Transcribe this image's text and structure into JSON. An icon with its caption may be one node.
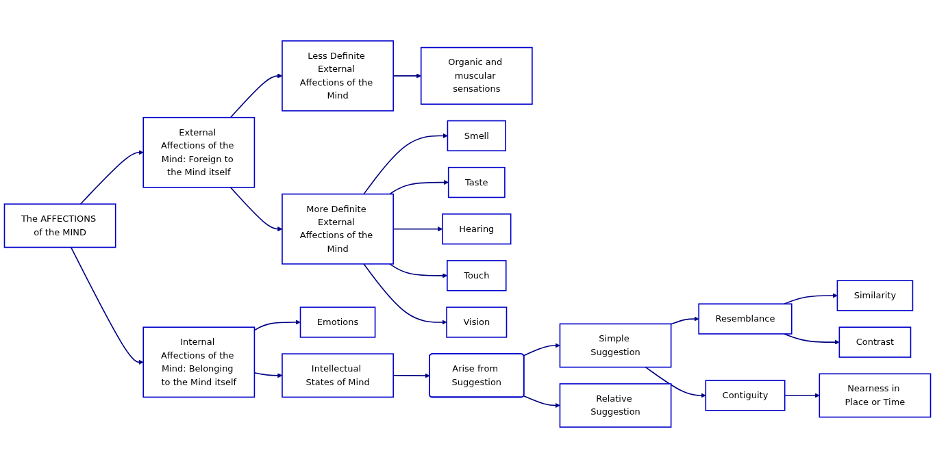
{
  "diagram": {
    "nodes": [
      {
        "text": [
          "The AFFECTIONS of the MIND"
        ]
      },
      {
        "text": [
          "External Affections of the Mind: Foreign to the Mind itself"
        ]
      },
      {
        "text": [
          "Internal Affections of the Mind: Belonging to the Mind itself"
        ]
      },
      {
        "text": [
          "Less Definite External Affections of the Mind"
        ]
      },
      {
        "text": [
          "More Definite External Affections of the Mind"
        ]
      },
      {
        "text": [
          "Organic and muscular sensations"
        ]
      },
      {
        "text": [
          "Smell"
        ]
      },
      {
        "text": [
          "Taste"
        ]
      },
      {
        "text": [
          "Hearing"
        ]
      },
      {
        "text": [
          "Touch"
        ]
      },
      {
        "text": [
          "Vision"
        ]
      },
      {
        "text": [
          "Emotions"
        ]
      },
      {
        "text": [
          "Intellectual States of Mind"
        ]
      },
      {
        "text": [
          "Arise from Suggestion"
        ]
      },
      {
        "text": [
          "Simple Suggestion"
        ]
      },
      {
        "text": [
          "Relative Suggestion"
        ]
      },
      {
        "text": [
          "Resemblance"
        ]
      },
      {
        "text": [
          "Contiguity"
        ]
      },
      {
        "text": [
          "Similarity"
        ]
      },
      {
        "text": [
          "Contrast"
        ]
      },
      {
        "text": [
          "Nearness in Place or Time"
        ]
      }
    ],
    "edges": [
      {
        "from": 0,
        "to": 1,
        "arrow": "to"
      },
      {
        "from": 0,
        "to": 2,
        "arrow": "to"
      },
      {
        "from": 1,
        "to": 3,
        "arrow": "to"
      },
      {
        "from": 1,
        "to": 4,
        "arrow": "to"
      },
      {
        "from": 3,
        "to": 5,
        "arrow": "to"
      },
      {
        "from": 4,
        "to": 6,
        "arrow": "to"
      },
      {
        "from": 4,
        "to": 7,
        "arrow": "to"
      },
      {
        "from": 4,
        "to": 8,
        "arrow": "to"
      },
      {
        "from": 4,
        "to": 9,
        "arrow": "to"
      },
      {
        "from": 4,
        "to": 10,
        "arrow": "to"
      },
      {
        "from": 2,
        "to": 11,
        "arrow": "to"
      },
      {
        "from": 2,
        "to": 12,
        "arrow": "to"
      },
      {
        "from": 12,
        "to": 13,
        "arrow": "to"
      },
      {
        "from": 13,
        "to": 14,
        "arrow": "to"
      },
      {
        "from": 13,
        "to": 15,
        "arrow": "to"
      },
      {
        "from": 14,
        "to": 16,
        "arrow": "to"
      },
      {
        "from": 14,
        "to": 17,
        "arrow": "to"
      },
      {
        "from": 16,
        "to": 18,
        "arrow": "to"
      },
      {
        "from": 16,
        "to": 19,
        "arrow": "to"
      },
      {
        "from": 17,
        "to": 20,
        "arrow": "to"
      }
    ]
  }
}
